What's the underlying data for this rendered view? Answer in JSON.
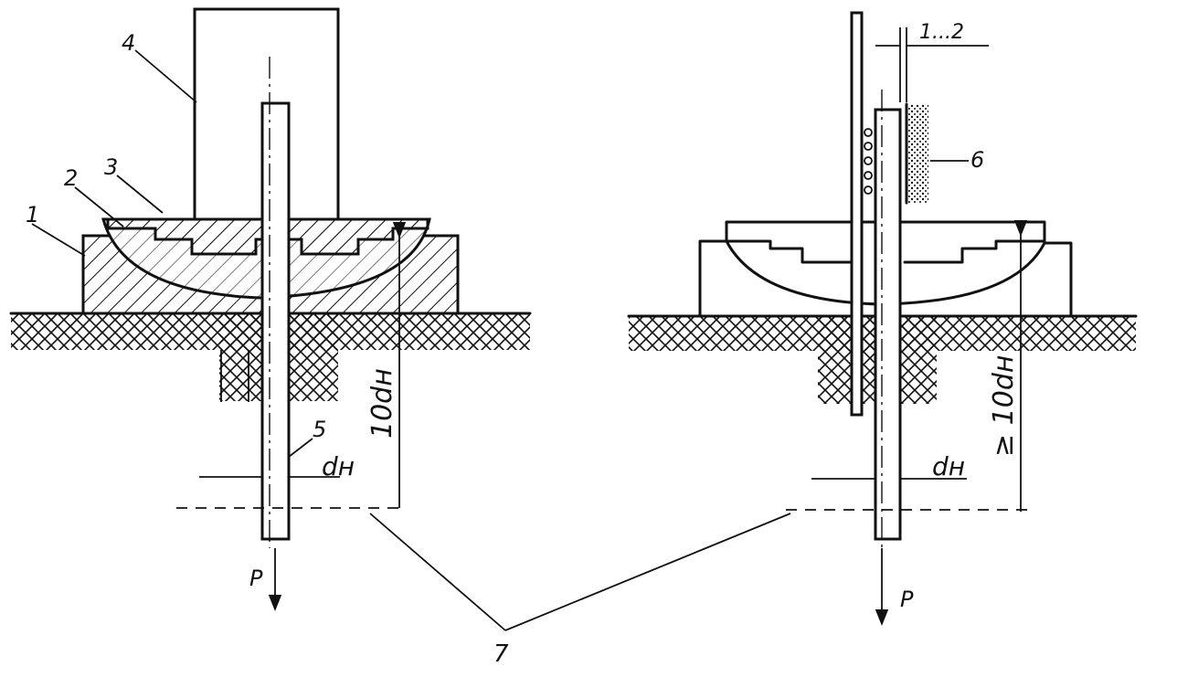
{
  "labels": {
    "part_1": "1",
    "part_2": "2",
    "part_3": "3",
    "part_4": "4",
    "part_5": "5",
    "part_6": "6",
    "part_7": "7",
    "force_left": "P",
    "force_right": "P",
    "diameter_left": "dн",
    "diameter_right": "dн",
    "depth_left": "10dн",
    "depth_right": "≥ 10dн",
    "gap": "1...2"
  },
  "colors": {
    "ink": "#111111",
    "paper": "#ffffff"
  }
}
